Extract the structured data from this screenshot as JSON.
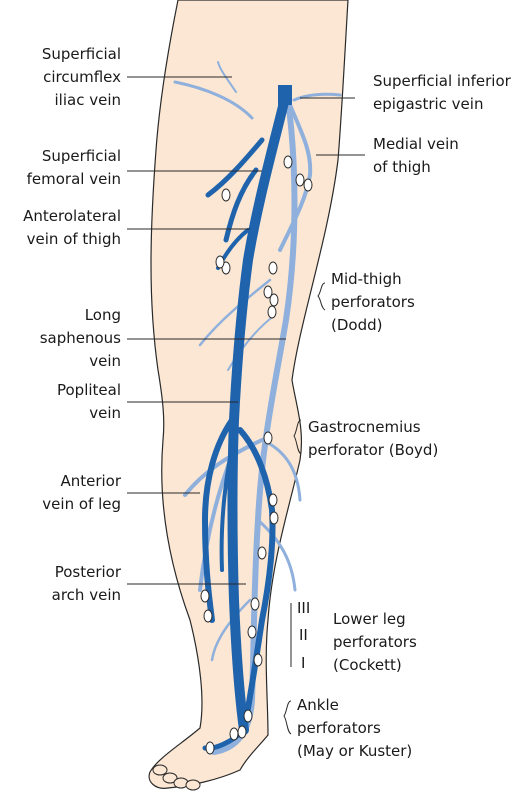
{
  "labels": {
    "superficial_circumflex_iliac_vein": [
      "Superficial",
      "circumflex",
      "iliac vein"
    ],
    "superficial_femoral_vein": [
      "Superficial",
      "femoral vein"
    ],
    "anterolateral_vein_of_thigh": [
      "Anterolateral",
      "vein of thigh"
    ],
    "long_saphenous_vein": [
      "Long",
      "saphenous",
      "vein"
    ],
    "popliteal_vein": [
      "Popliteal",
      "vein"
    ],
    "anterior_vein_of_leg": [
      "Anterior",
      "vein of leg"
    ],
    "posterior_arch_vein": [
      "Posterior",
      "arch vein"
    ],
    "superficial_inferior_epigastric_vein": [
      "Superficial inferior",
      "epigastric vein"
    ],
    "medial_vein_of_thigh": [
      "Medial vein",
      "of thigh"
    ],
    "mid_thigh_perforators": [
      "Mid-thigh",
      "perforators",
      "(Dodd)"
    ],
    "gastrocnemius_perforator": [
      "Gastrocnemius",
      "perforator (Boyd)"
    ],
    "lower_leg_perforators": [
      "Lower leg",
      "perforators",
      "(Cockett)"
    ],
    "lower_leg_roman": [
      "III",
      "II",
      "I"
    ],
    "ankle_perforators": [
      "Ankle",
      "perforators",
      "(May or Kuster)"
    ]
  },
  "colors": {
    "skin": "#fbe7d3",
    "outline": "#2a2a2a",
    "deep_vein": "#1f63ad",
    "superficial_vein": "#8fb0dc",
    "leader": "#2a2a2a"
  }
}
